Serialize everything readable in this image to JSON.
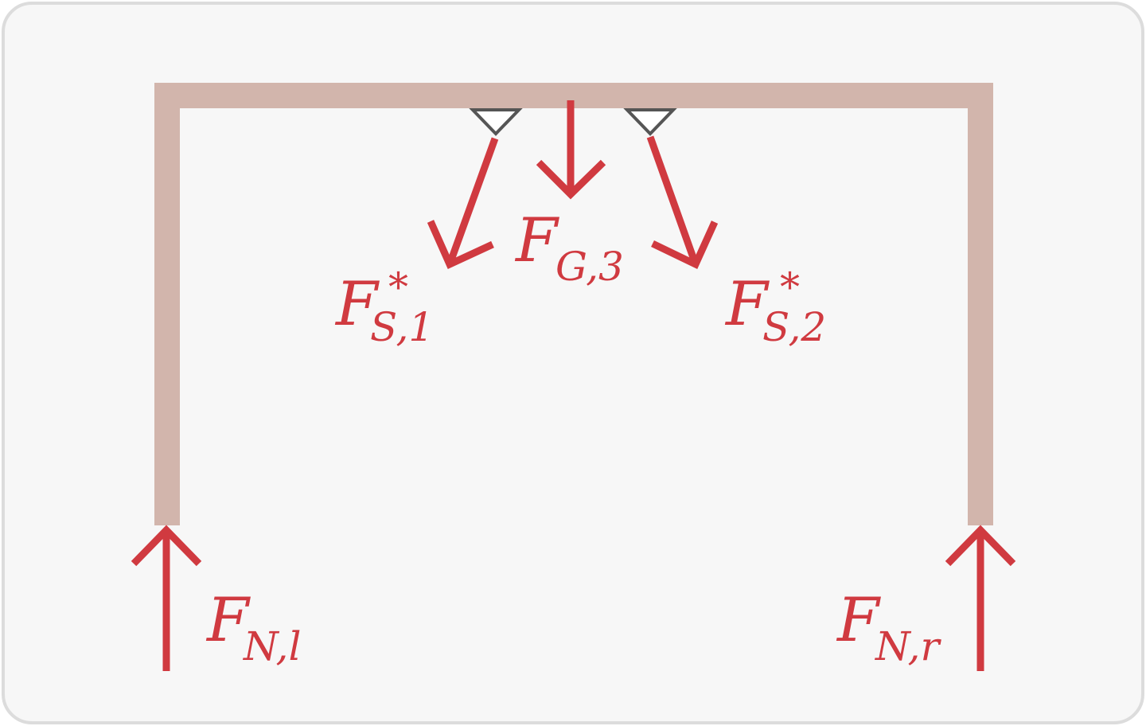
{
  "colors": {
    "background": "#f7f7f7",
    "border": "#dcdcdc",
    "frame": "#d2b5ac",
    "force": "#d03a40",
    "hinge_stroke": "#555555",
    "hinge_fill": "#ffffff"
  },
  "frame": {
    "shape": "inverted-U frame (two legs joined by top beam)"
  },
  "supports": [
    {
      "name": "hinge-left",
      "icon": "triangle-hinge-icon"
    },
    {
      "name": "hinge-right",
      "icon": "triangle-hinge-icon"
    }
  ],
  "forces": [
    {
      "id": "fs1",
      "base": "F",
      "sub": "S,1",
      "sup": "*",
      "direction": "down-left"
    },
    {
      "id": "fg3",
      "base": "F",
      "sub": "G,3",
      "sup": "",
      "direction": "down"
    },
    {
      "id": "fs2",
      "base": "F",
      "sub": "S,2",
      "sup": "*",
      "direction": "down-right"
    },
    {
      "id": "fnl",
      "base": "F",
      "sub": "N,l",
      "sup": "",
      "direction": "up"
    },
    {
      "id": "fnr",
      "base": "F",
      "sub": "N,r",
      "sup": "",
      "direction": "up"
    }
  ]
}
